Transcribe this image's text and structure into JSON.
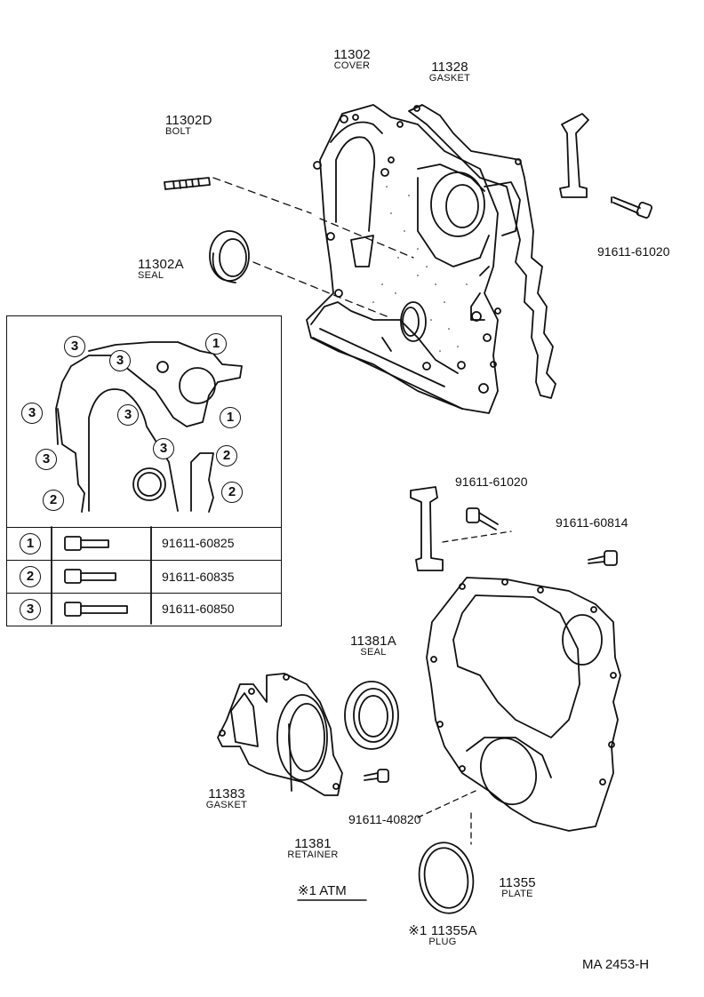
{
  "parts": [
    {
      "id": "p11302",
      "number": "11302",
      "name": "COVER"
    },
    {
      "id": "p11328",
      "number": "11328",
      "name": "GASKET"
    },
    {
      "id": "p11302D",
      "number": "11302D",
      "name": "BOLT"
    },
    {
      "id": "p11302A",
      "number": "11302A",
      "name": "SEAL"
    },
    {
      "id": "p11381A",
      "number": "11381A",
      "name": "SEAL"
    },
    {
      "id": "p11383",
      "number": "11383",
      "name": "GASKET"
    },
    {
      "id": "p11381",
      "number": "11381",
      "name": "RETAINER"
    },
    {
      "id": "p11355",
      "number": "11355",
      "name": "PLATE"
    },
    {
      "id": "p11355A",
      "number": "※1 11355A",
      "name": "PLUG"
    }
  ],
  "part_numbers": {
    "bolt_top_right": "91611-61020",
    "bolt_mid": "91611-61020",
    "bolt_right": "91611-60814",
    "bolt_retainer": "91611-40820"
  },
  "bolt_table": [
    {
      "mark": "1",
      "part": "91611-60825"
    },
    {
      "mark": "2",
      "part": "91611-60835"
    },
    {
      "mark": "3",
      "part": "91611-60850"
    }
  ],
  "inset_marks": [
    "3",
    "3",
    "1",
    "1",
    "3",
    "3",
    "3",
    "3",
    "2",
    "2",
    "2"
  ],
  "note": "※1 ATM",
  "figure_code": "MA  2453-H"
}
